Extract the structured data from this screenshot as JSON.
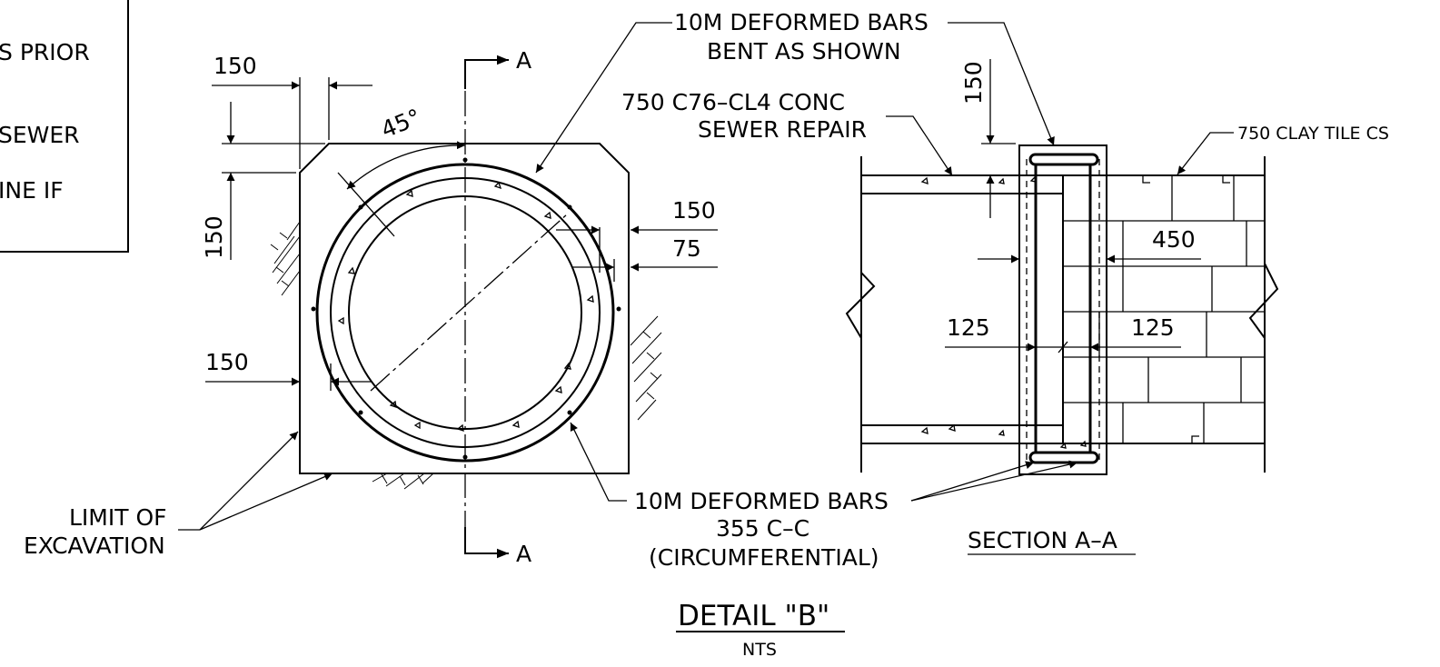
{
  "notes_box": {
    "lines": [
      "S PRIOR",
      "SEWER",
      "INE IF"
    ]
  },
  "section_marks": {
    "top": "A",
    "bottom": "A"
  },
  "detail_b": {
    "angle": "45°",
    "dim_top_150": "150",
    "dim_left_150": "150",
    "dim_right_150": "150",
    "dim_right_75": "75",
    "dim_bottom_150": "150"
  },
  "labels": {
    "deformed_bars_top_1": "10M DEFORMED BARS",
    "deformed_bars_top_2": "BENT AS SHOWN",
    "repair_1": "750 C76–CL4 CONC",
    "repair_2": "SEWER REPAIR",
    "clay_tile": "750 CLAY TILE CS",
    "deformed_bars_bottom_1": "10M DEFORMED BARS",
    "deformed_bars_bottom_2": "355 C–C",
    "deformed_bars_bottom_3": "(CIRCUMFERENTIAL)",
    "limit_1": "LIMIT OF",
    "limit_2": "EXCAVATION"
  },
  "section_aa": {
    "dim_150": "150",
    "dim_450": "450",
    "dim_125_left": "125",
    "dim_125_right": "125",
    "title": "SECTION A–A"
  },
  "title_block": {
    "title": "DETAIL \"B\"",
    "scale": "NTS"
  }
}
